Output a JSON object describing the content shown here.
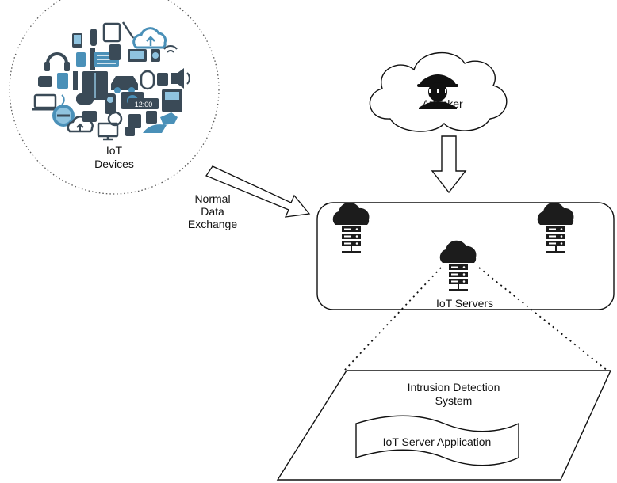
{
  "devices": {
    "label_line1": "IoT",
    "label_line2": "Devices"
  },
  "attacker": {
    "label": "Attacker"
  },
  "exchange": {
    "line1": "Normal",
    "line2": "Data",
    "line3": "Exchange"
  },
  "servers": {
    "label": "IoT Servers"
  },
  "ids": {
    "line1": "Intrusion Detection",
    "line2": "System"
  },
  "app": {
    "label": "IoT Server Application"
  },
  "colors": {
    "icon_dark": "#3a4a57",
    "icon_teal": "#4a90b8",
    "icon_light": "#8fc3df",
    "line": "#111111",
    "server_icon": "#1c1c1c"
  }
}
